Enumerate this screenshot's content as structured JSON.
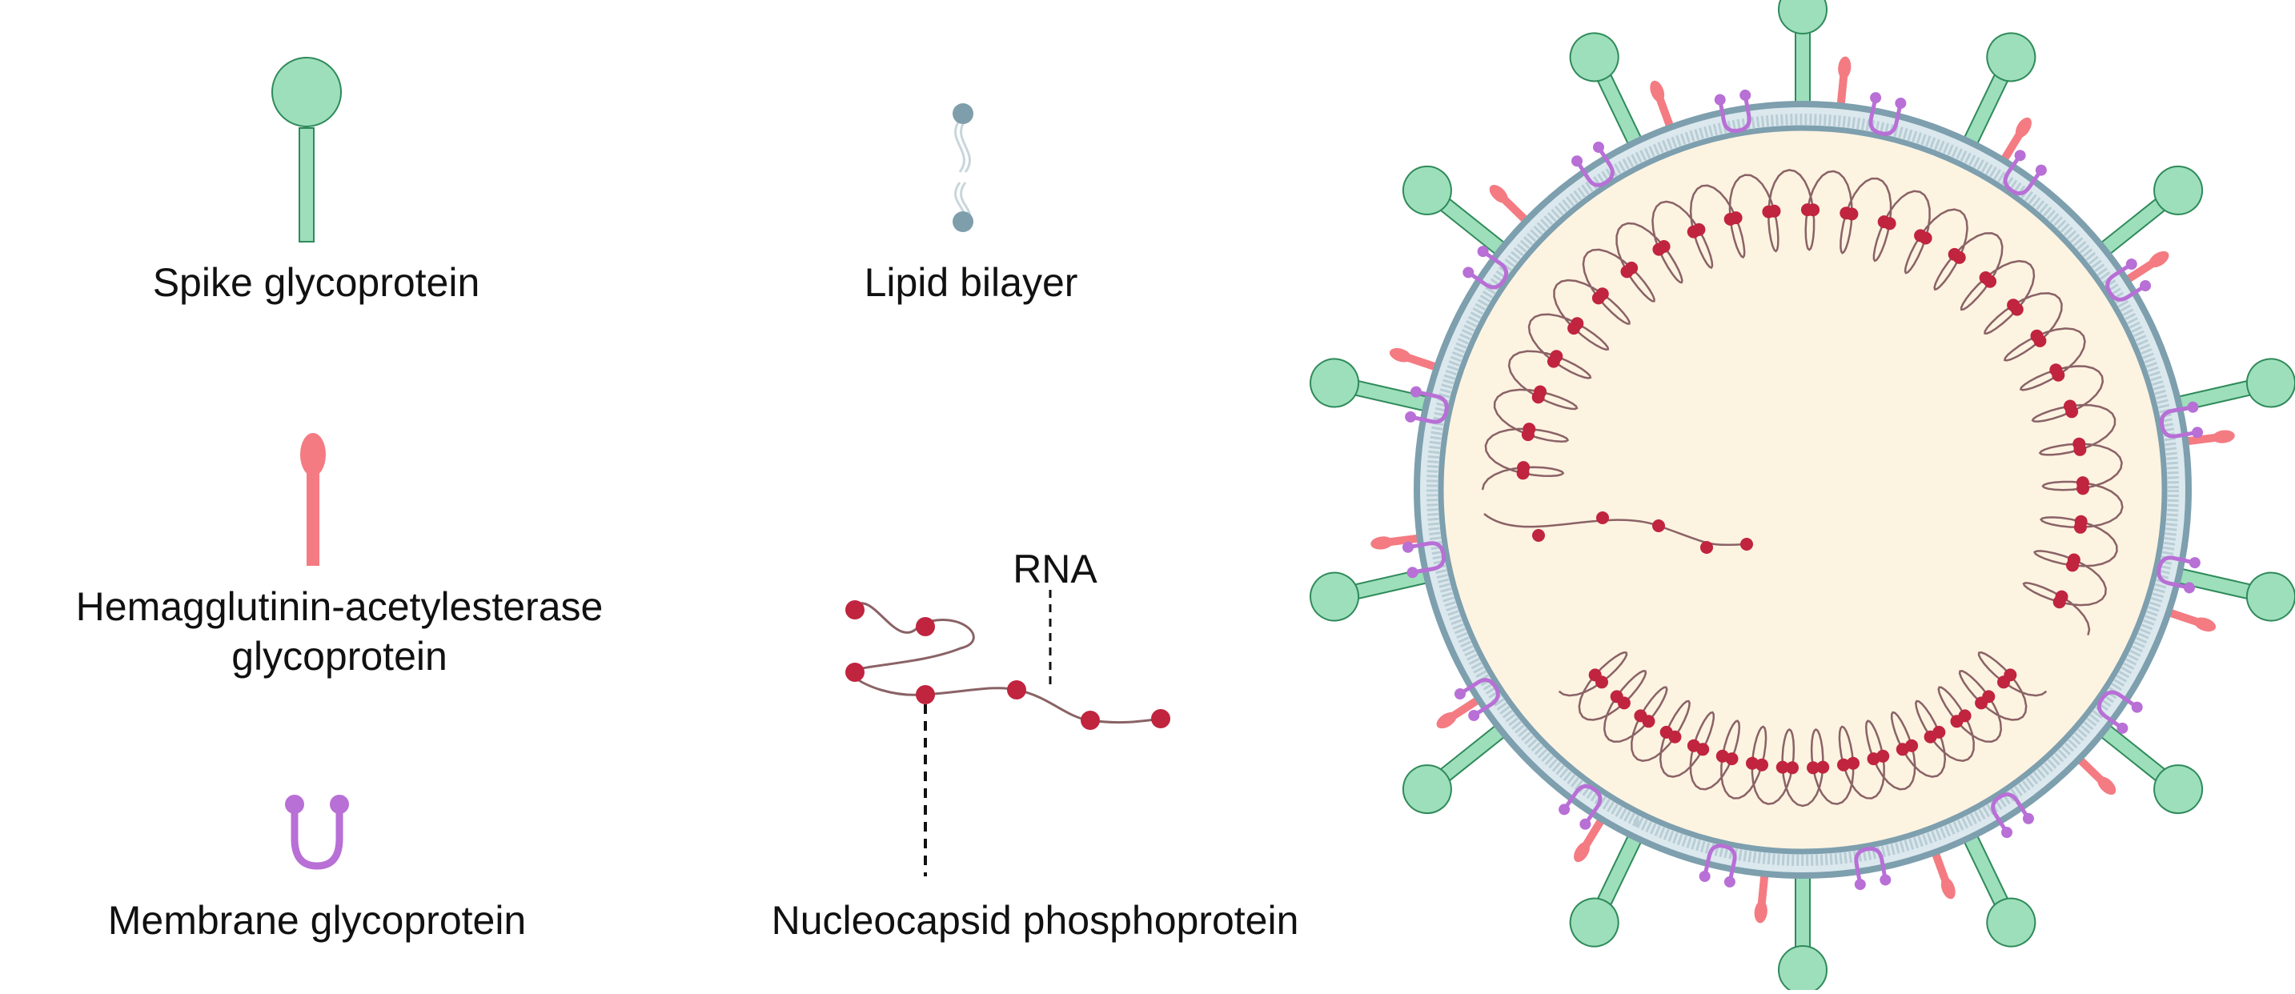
{
  "legend": {
    "spike_label": "Spike glycoprotein",
    "lipid_label": "Lipid bilayer",
    "he_label_line1": "Hemagglutinin-acetylesterase",
    "he_label_line2": "glycoprotein",
    "rna_label": "RNA",
    "membrane_label": "Membrane glycoprotein",
    "nucleocapsid_label": "Nucleocapsid phosphoprotein"
  },
  "colors": {
    "spike": "#9ddfbb",
    "spike_stroke": "#2f8a5a",
    "he": "#f47b82",
    "membrane": "#b86fd6",
    "lipid_head": "#7f9eab",
    "lipid_tail": "#c9d6dc",
    "envelope": "#8fb0bd",
    "interior": "#fdf3e1",
    "rna": "#8a6266",
    "nucleoprotein": "#c0243e"
  },
  "virion": {
    "spike_count": 14,
    "he_count": 14,
    "membrane_protein_count": 16,
    "rna_loops_upper": 26,
    "rna_loops_lower": 16
  }
}
